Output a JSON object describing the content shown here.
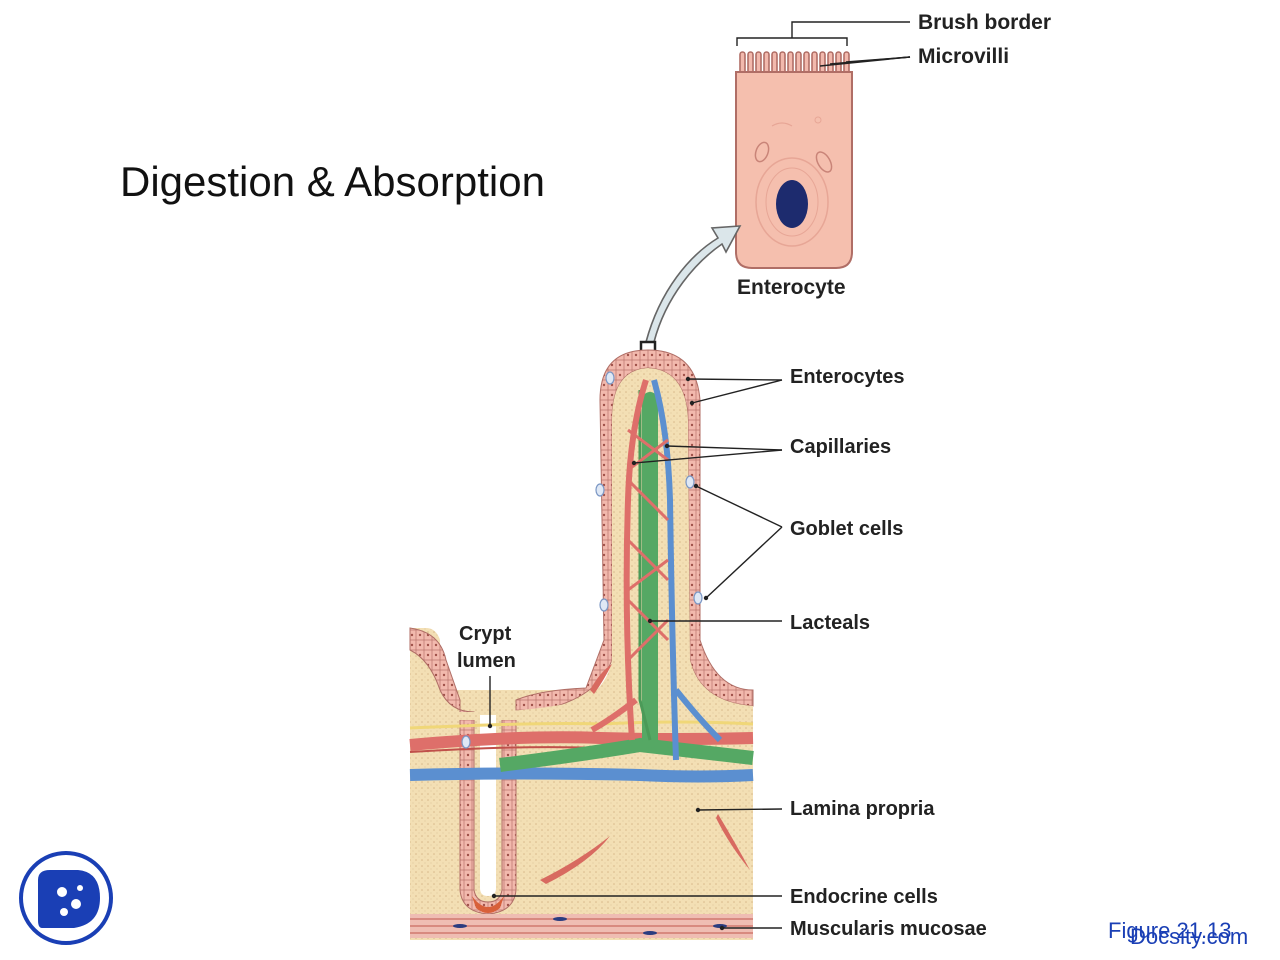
{
  "slide": {
    "title": "Digestion & Absorption",
    "figure_ref": "Figure 21.13",
    "watermark": "Docsity.com"
  },
  "diagram": {
    "cell_title": "Enterocyte",
    "labels": {
      "brush_border": "Brush border",
      "microvilli": "Microvilli",
      "enterocytes": "Enterocytes",
      "capillaries": "Capillaries",
      "goblet_cells": "Goblet cells",
      "lacteals": "Lacteals",
      "crypt_lumen_1": "Crypt",
      "crypt_lumen_2": "lumen",
      "lamina_propria": "Lamina propria",
      "endocrine_cells": "Endocrine cells",
      "muscularis_mucosae": "Muscularis mucosae"
    }
  },
  "colors": {
    "lamina": "#f3dfb4",
    "epithelium": "#f2b9ad",
    "artery": "#de6f6a",
    "vein": "#5b8fd0",
    "lacteal": "#55a864",
    "nucleus": "#1d2b6e",
    "link": "#1a3fb5"
  },
  "icons": [
    "docsity-logo-icon"
  ]
}
